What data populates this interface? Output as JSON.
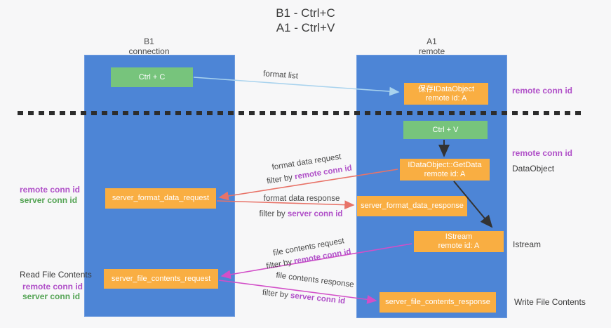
{
  "title": {
    "line1": "B1 - Ctrl+C",
    "line2": "A1 - Ctrl+V"
  },
  "columns": {
    "left": {
      "name": "B1",
      "role": "connection"
    },
    "right": {
      "name": "A1",
      "role": "remote"
    }
  },
  "boxes": {
    "ctrl_c": "Ctrl + C",
    "save_idataobject": {
      "line1": "保存IDataObject",
      "line2": "remote id: A"
    },
    "ctrl_v": "Ctrl + V",
    "getdata": {
      "line1": "IDataObject::GetData",
      "line2": "remote id: A"
    },
    "server_format_data_request": "server_format_data_request",
    "server_format_data_response": "server_format_data_response",
    "istream": {
      "line1": "IStream",
      "line2": "remote id: A"
    },
    "server_file_contents_request": "server_file_contents_request",
    "server_file_contents_response": "server_file_contents_response"
  },
  "arrow_labels": {
    "format_list": "format list",
    "format_data_request": "format data request",
    "format_data_response": "format data response",
    "file_contents_request": "file contents request",
    "file_contents_response": "file contents response",
    "filter_by": "filter by ",
    "remote_conn_id": "remote conn id",
    "server_conn_id": "server conn id"
  },
  "side_labels": {
    "right_remote_conn_id_top": "remote conn id",
    "right_remote_conn_id_mid": "remote conn id",
    "dataobject": "DataObject",
    "istream": "Istream",
    "write_file_contents": "Write File Contents",
    "left_remote_conn_id_top": "remote conn id",
    "left_server_conn_id_top": "server conn id",
    "read_file_contents": "Read File Contents",
    "left_remote_conn_id_bottom": "remote conn id",
    "left_server_conn_id_bottom": "server conn id"
  },
  "colors": {
    "background": "#f7f7f8",
    "column_blue": "#4d85d6",
    "box_green": "#77c47c",
    "box_orange": "#f9ae42",
    "purple_text": "#b050c8",
    "green_text": "#55a455",
    "arrow_red": "#e87368",
    "arrow_magenta": "#d24fc8",
    "arrow_light_blue": "#a9d3ee",
    "arrow_black": "#333333",
    "dashed_line": "#2d2d2d"
  }
}
